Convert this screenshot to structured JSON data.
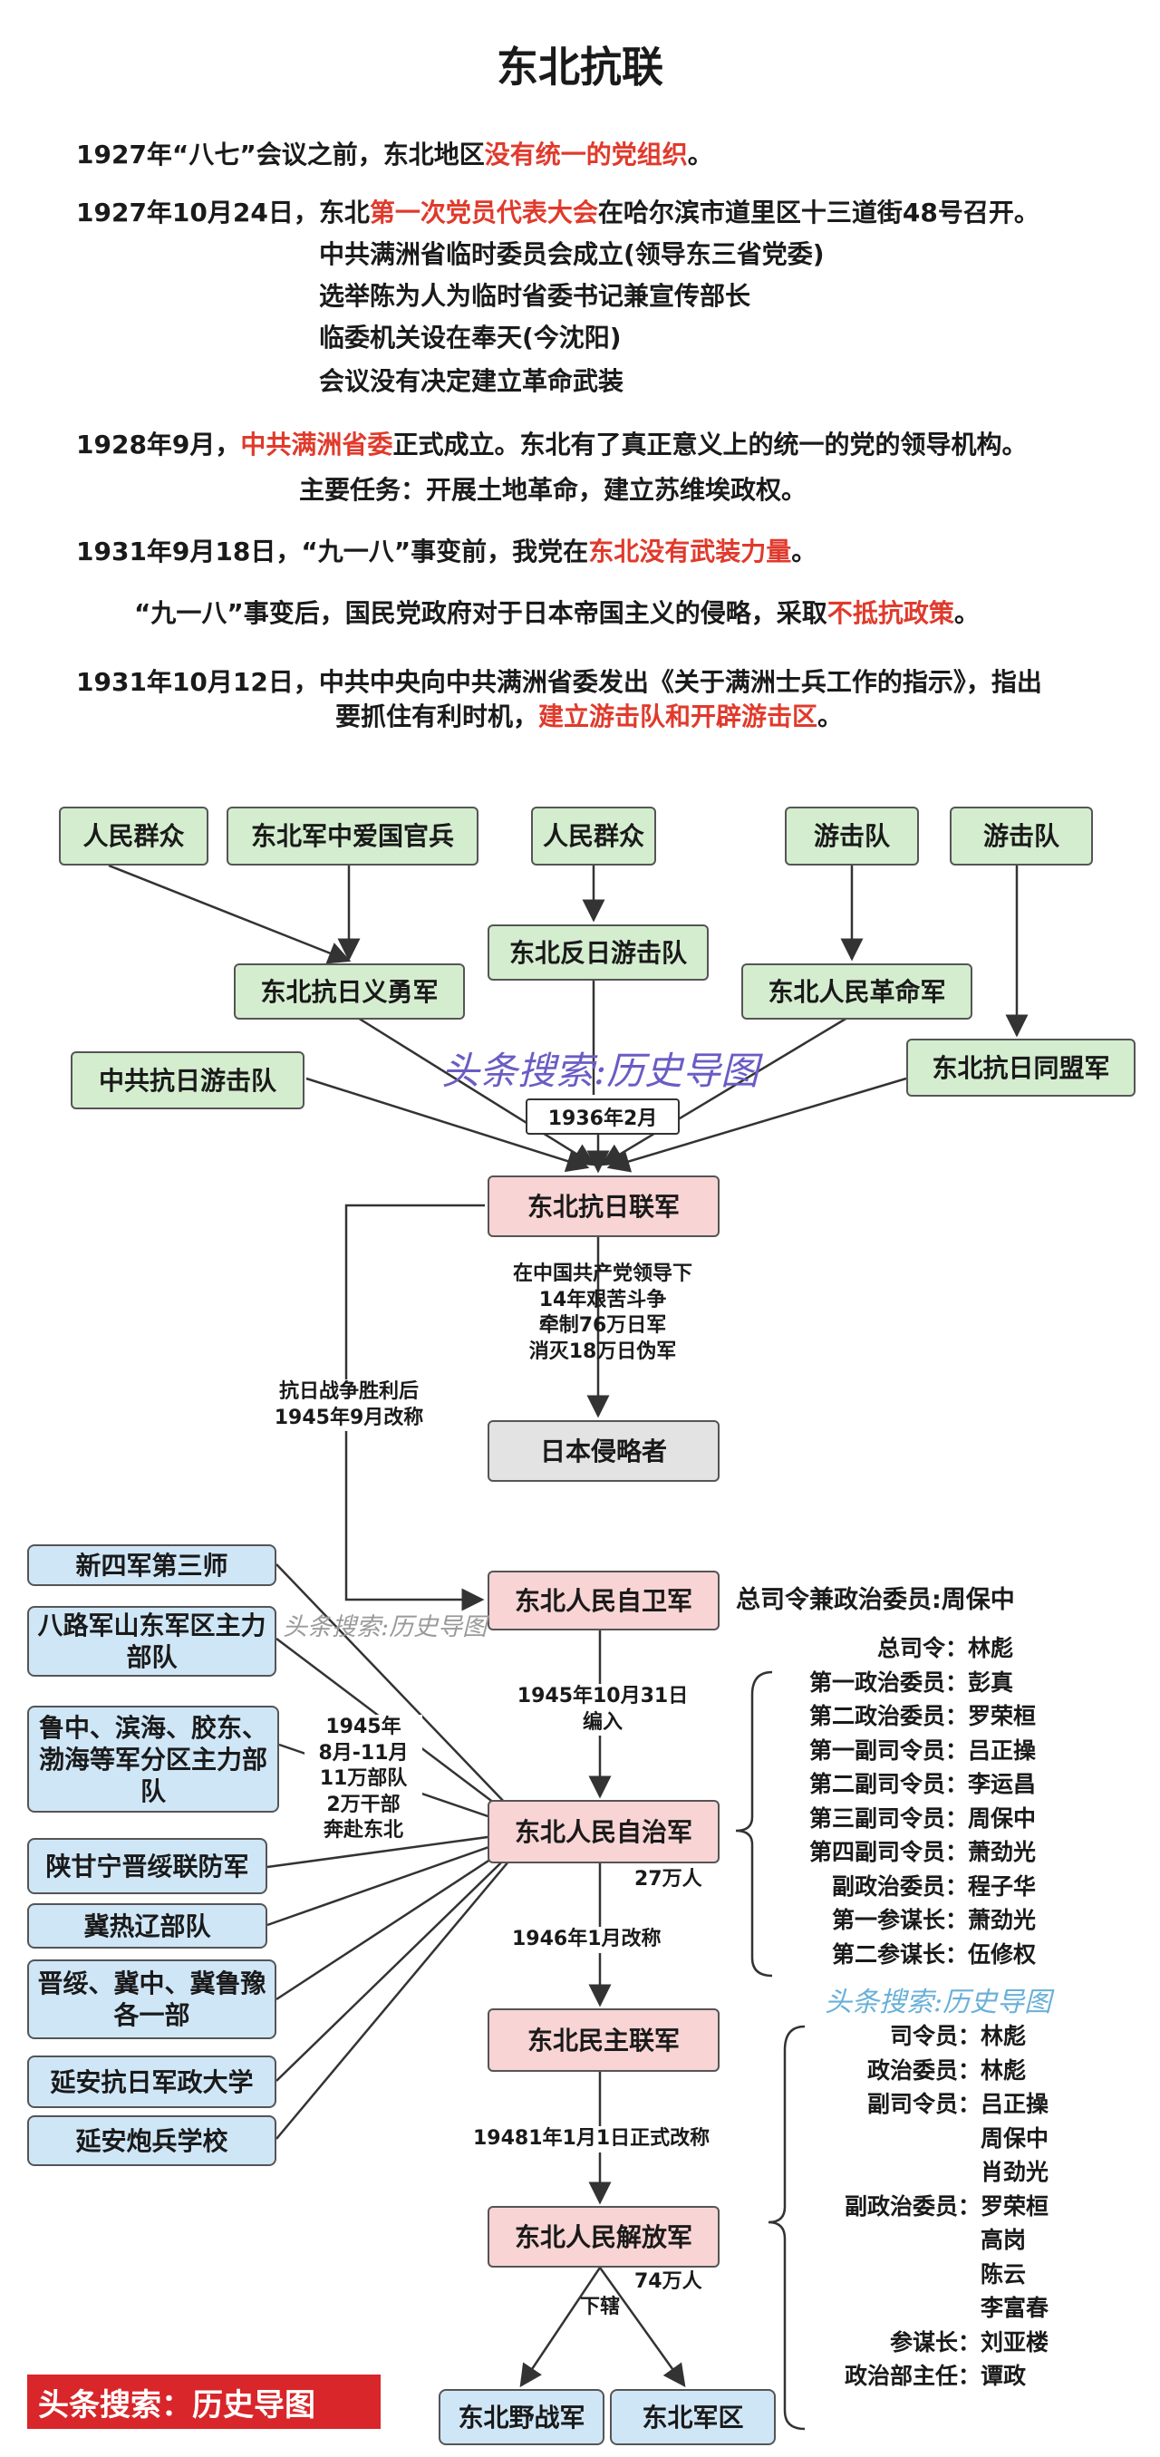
{
  "title": "东北抗联",
  "intro": [
    {
      "parts": [
        {
          "t": "1927年“八七”会议之前，东北地区"
        },
        {
          "t": "没有统一的党组织",
          "red": true
        },
        {
          "t": "。"
        }
      ]
    },
    {
      "parts": [
        {
          "t": "1927年10月24日，东北"
        },
        {
          "t": "第一次党员代表大会",
          "red": true
        },
        {
          "t": "在哈尔滨市道里区十三道街48号召开。"
        }
      ]
    },
    {
      "parts": [
        {
          "t": "中共满洲省临时委员会成立(领导东三省党委)"
        }
      ]
    },
    {
      "parts": [
        {
          "t": "选举陈为人为临时省委书记兼宣传部长"
        }
      ]
    },
    {
      "parts": [
        {
          "t": "临委机关设在奉天(今沈阳)"
        }
      ]
    },
    {
      "parts": [
        {
          "t": "会议没有决定建立革命武装"
        }
      ]
    },
    {
      "parts": [
        {
          "t": "1928年9月，"
        },
        {
          "t": "中共满洲省委",
          "red": true
        },
        {
          "t": "正式成立。东北有了真正意义上的统一的党的领导机构。"
        }
      ]
    },
    {
      "parts": [
        {
          "t": "主要任务：开展土地革命，建立苏维埃政权。"
        }
      ]
    },
    {
      "parts": [
        {
          "t": "1931年9月18日，“九一八”事变前，我党在"
        },
        {
          "t": "东北没有武装力量",
          "red": true
        },
        {
          "t": "。"
        }
      ]
    },
    {
      "parts": [
        {
          "t": "“九一八”事变后，国民党政府对于日本帝国主义的侵略，采取"
        },
        {
          "t": "不抵抗政策",
          "red": true
        },
        {
          "t": "。"
        }
      ]
    },
    {
      "parts": [
        {
          "t": "1931年10月12日，中共中央向中共满洲省委发出《关于满洲士兵工作的指示》，指出"
        }
      ]
    },
    {
      "parts": [
        {
          "t": "要抓住有利时机，"
        },
        {
          "t": "建立游击队和开辟游击区",
          "red": true
        },
        {
          "t": "。"
        }
      ]
    }
  ],
  "diagram": {
    "sources": {
      "people1": "人民群众",
      "patriotic_soldiers": "东北军中爱国官兵",
      "people2": "人民群众",
      "guerrilla1": "游击队",
      "guerrilla2": "游击队"
    },
    "mid": {
      "volunteer_army": "东北抗日义勇军",
      "anti_japanese_guerrilla": "东北反日游击队",
      "revolutionary_army": "东北人民革命军",
      "ccp_guerrilla": "中共抗日游击队",
      "alliance_army": "东北抗日同盟军"
    },
    "year_1936": "1936年2月",
    "united_army": "东北抗日联军",
    "united_note": [
      "在中国共产党领导下",
      "14年艰苦斗争",
      "牵制76万日军",
      "消灭18万日伪军"
    ],
    "invaders": "日本侵略者",
    "rename_note": [
      "抗日战争胜利后",
      "1945年9月改称"
    ],
    "self_defense_army": "东北人民自卫军",
    "commander_note": "总司令兼政治委员:周保中",
    "reorg_note": [
      "1945年10月31日",
      "编入"
    ],
    "units": [
      "新四军第三师",
      "八路军山东军区主力部队",
      "鲁中、滨海、胶东、渤海等军分区主力部队",
      "陕甘宁晋绥联防军",
      "冀热辽部队",
      "晋绥、冀中、冀鲁豫各一部",
      "延安抗日军政大学",
      "延安炮兵学校"
    ],
    "units_note": [
      "1945年",
      "8月-11月",
      "11万部队",
      "2万干部",
      "奔赴东北"
    ],
    "autonomous_army": "东北人民自治军",
    "autonomous_size": "27万人",
    "rename_1946": "1946年1月改称",
    "democratic_army": "东北民主联军",
    "rename_1948": "19481年1月1日正式改称",
    "liberation_army": "东北人民解放军",
    "liberation_size": "74万人",
    "subordinate": "下辖",
    "field_army": "东北野战军",
    "military_region": "东北军区",
    "leaders_1": [
      {
        "role": "总司令：",
        "name": "林彪"
      },
      {
        "role": "第一政治委员：",
        "name": "彭真"
      },
      {
        "role": "第二政治委员：",
        "name": "罗荣桓"
      },
      {
        "role": "第一副司令员：",
        "name": "吕正操"
      },
      {
        "role": "第二副司令员：",
        "name": "李运昌"
      },
      {
        "role": "第三副司令员：",
        "name": "周保中"
      },
      {
        "role": "第四副司令员：",
        "name": "萧劲光"
      },
      {
        "role": "副政治委员：",
        "name": "程子华"
      },
      {
        "role": "第一参谋长：",
        "name": "萧劲光"
      },
      {
        "role": "第二参谋长：",
        "name": "伍修权"
      }
    ],
    "leaders_2": [
      {
        "role": "司令员：",
        "name": "林彪"
      },
      {
        "role": "政治委员：",
        "name": "林彪"
      },
      {
        "role": "副司令员：",
        "name": "吕正操"
      },
      {
        "role": "",
        "name": "周保中"
      },
      {
        "role": "",
        "name": "肖劲光"
      },
      {
        "role": "副政治委员：",
        "name": "罗荣桓"
      },
      {
        "role": "",
        "name": "高岗"
      },
      {
        "role": "",
        "name": "陈云"
      },
      {
        "role": "",
        "name": "李富春"
      },
      {
        "role": "参谋长：",
        "name": "刘亚楼"
      },
      {
        "role": "政治部主任：",
        "name": "谭政"
      }
    ]
  },
  "watermarks": {
    "main": "头条搜索:历史导图",
    "small": "头条搜索:历史导图",
    "right": "头条搜索:历史导图",
    "banner": "头条搜索：历史导图"
  },
  "colors": {
    "red": "#e03a2c",
    "green": "#d4edcf",
    "pink": "#f9d4d4",
    "blue": "#cfe6f6",
    "gray": "#e3e3e3"
  }
}
